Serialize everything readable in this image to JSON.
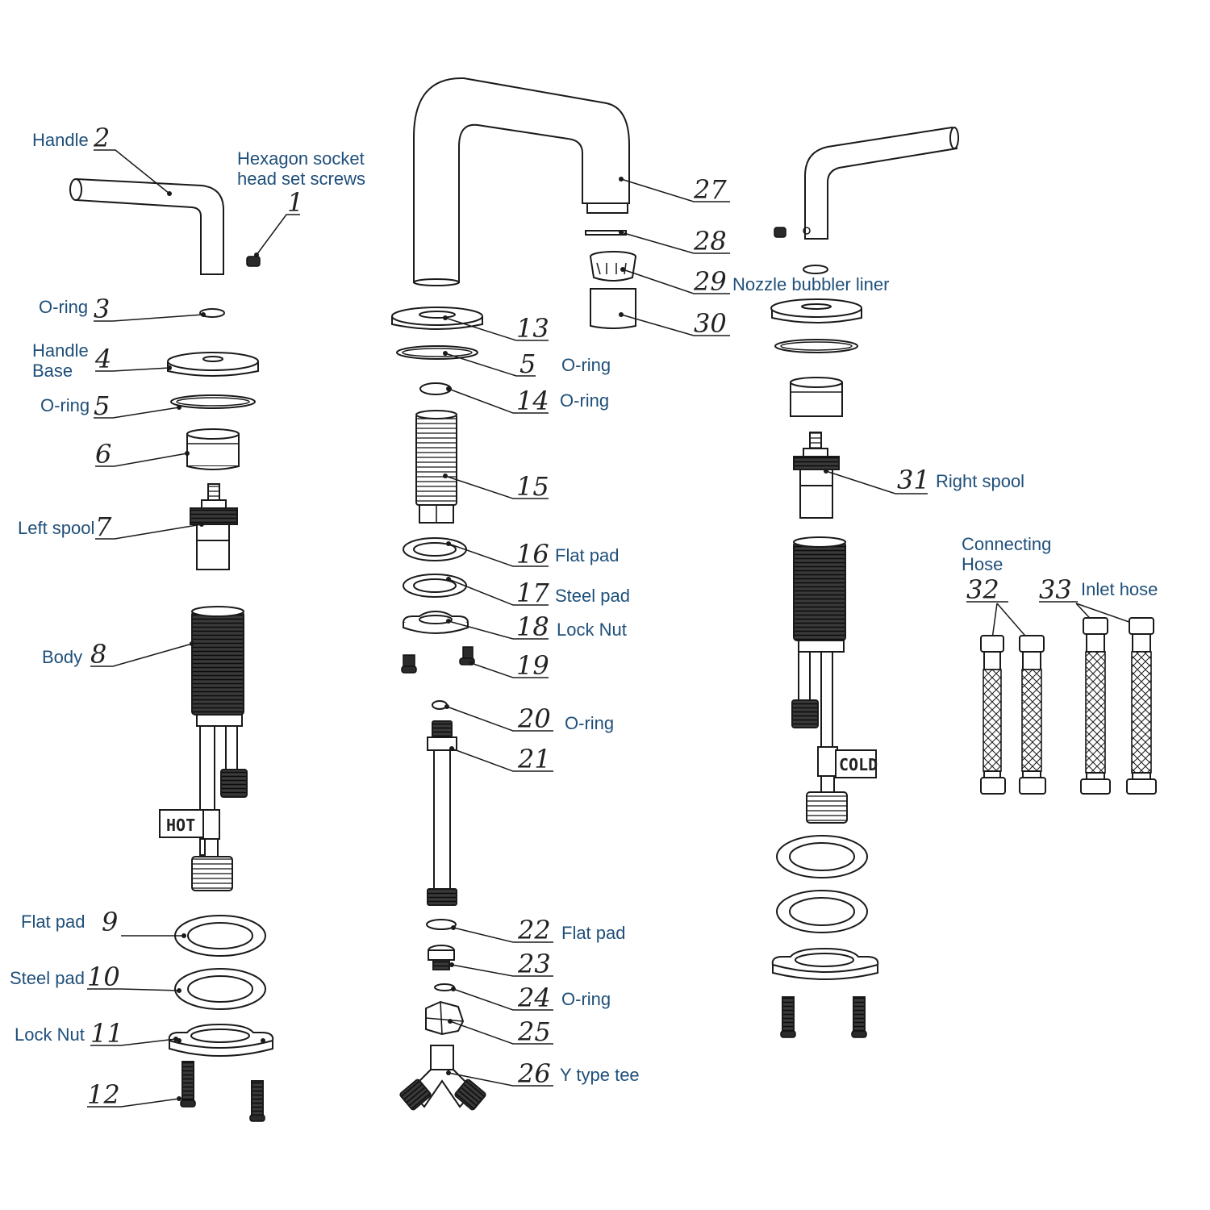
{
  "labels": {
    "handle": "Handle",
    "hex_line1": "Hexagon socket",
    "hex_line2": "head set screws",
    "oring": "O-ring",
    "handle_base_line1": "Handle",
    "handle_base_line2": "Base",
    "left_spool": "Left spool",
    "body": "Body",
    "flat_pad": "Flat pad",
    "steel_pad": "Steel pad",
    "lock_nut": "Lock Nut",
    "nozzle_bubbler_liner": "Nozzle bubbler liner",
    "right_spool": "Right spool",
    "connecting_hose_line1": "Connecting",
    "connecting_hose_line2": "Hose",
    "inlet_hose": "Inlet hose",
    "y_type_tee": "Y type tee"
  },
  "stamps": {
    "hot": "HOT",
    "cold": "COLD"
  },
  "part_numbers": {
    "p1": "1",
    "p2": "2",
    "p3": "3",
    "p4": "4",
    "p5a": "5",
    "p5b": "5",
    "p6": "6",
    "p7": "7",
    "p8": "8",
    "p9": "9",
    "p10": "10",
    "p11": "11",
    "p12": "12",
    "p13": "13",
    "p14": "14",
    "p15": "15",
    "p16": "16",
    "p17": "17",
    "p18": "18",
    "p19": "19",
    "p20": "20",
    "p21": "21",
    "p22": "22",
    "p23": "23",
    "p24": "24",
    "p25": "25",
    "p26": "26",
    "p27": "27",
    "p28": "28",
    "p29": "29",
    "p30": "30",
    "p31": "31",
    "p32": "32",
    "p33": "33"
  },
  "colors": {
    "label_text": "#1f4f7a",
    "line_art": "#1a1a1a",
    "background": "#ffffff"
  }
}
